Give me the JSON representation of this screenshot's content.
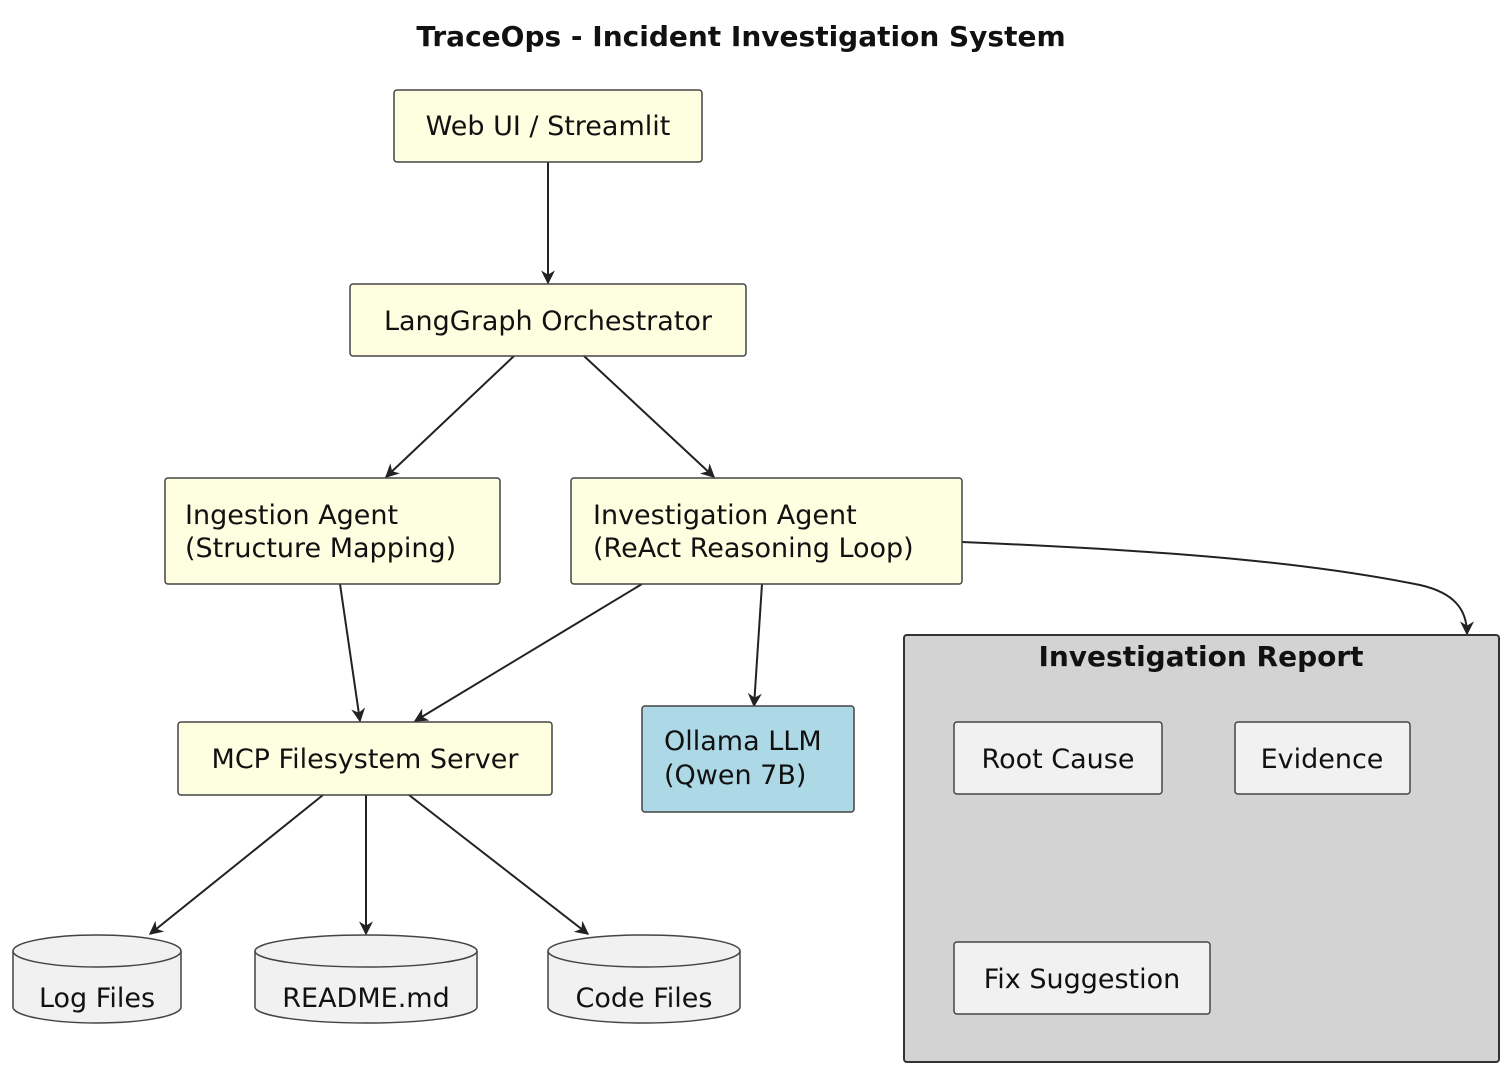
{
  "title": "TraceOps - Incident Investigation System",
  "colors": {
    "node_fill": "#fefee0",
    "llm_fill": "#add8e6",
    "group_fill": "#d3d3d3",
    "component_fill": "#f1f1f1",
    "stroke": "#444444",
    "text": "#111111"
  },
  "nodes": {
    "web_ui": {
      "label": "Web UI / Streamlit"
    },
    "orchestrator": {
      "label": "LangGraph Orchestrator"
    },
    "ingestion": {
      "line1": "Ingestion Agent",
      "line2": "(Structure Mapping)"
    },
    "investigation": {
      "line1": "Investigation Agent",
      "line2": "(ReAct Reasoning Loop)"
    },
    "mcp": {
      "label": "MCP Filesystem Server"
    },
    "ollama": {
      "line1": "Ollama LLM",
      "line2": "(Qwen 7B)"
    },
    "log_files": {
      "label": "Log Files"
    },
    "readme": {
      "label": "README.md"
    },
    "code_files": {
      "label": "Code Files"
    }
  },
  "report": {
    "title": "Investigation Report",
    "root_cause": "Root Cause",
    "evidence": "Evidence",
    "fix_suggestion": "Fix Suggestion"
  }
}
